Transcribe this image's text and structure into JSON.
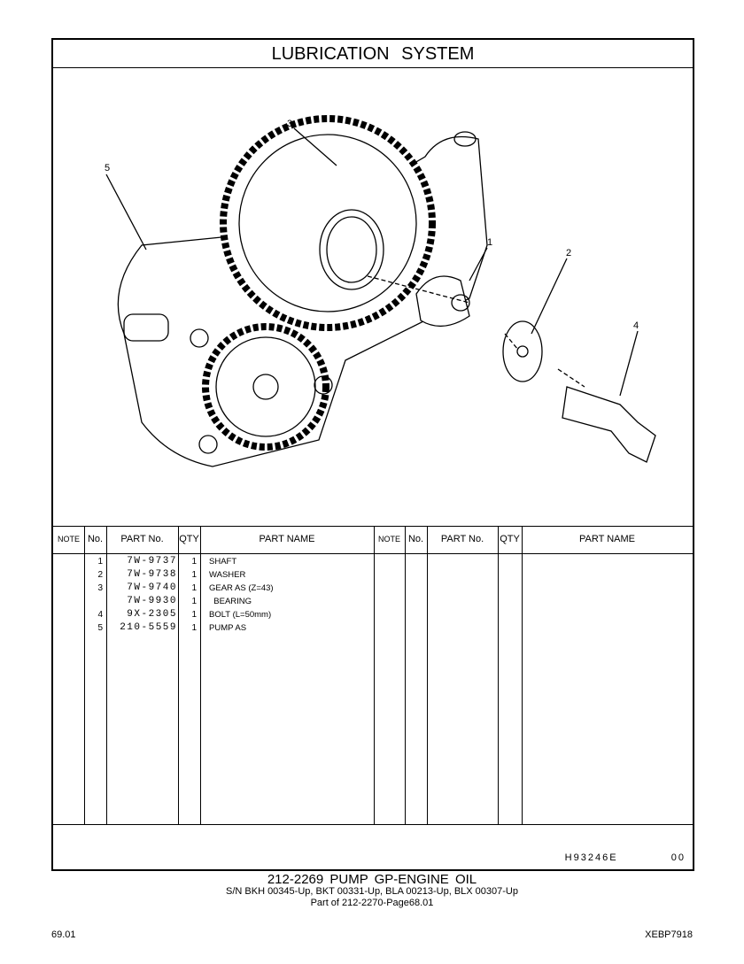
{
  "section_title": "LUBRICATION  SYSTEM",
  "callouts": [
    "1",
    "2",
    "3",
    "4",
    "5"
  ],
  "headers": {
    "note": "NOTE",
    "no": "No.",
    "part_no": "PART No.",
    "qty": "QTY",
    "part_name": "PART NAME"
  },
  "parts": [
    {
      "no": "1",
      "part_no": "7W-9737",
      "qty": "1",
      "name": "SHAFT"
    },
    {
      "no": "2",
      "part_no": "7W-9738",
      "qty": "1",
      "name": "WASHER"
    },
    {
      "no": "3",
      "part_no": "7W-9740",
      "qty": "1",
      "name": "GEAR AS (Z=43)"
    },
    {
      "no": "",
      "part_no": "7W-9930",
      "qty": "1",
      "name": "  BEARING"
    },
    {
      "no": "4",
      "part_no": "9X-2305",
      "qty": "1",
      "name": "BOLT (L=50mm)"
    },
    {
      "no": "5",
      "part_no": "210-5559",
      "qty": "1",
      "name": "PUMP AS"
    }
  ],
  "illustration_ref": "H93246E    00",
  "group_title": "212-2269  PUMP  GP-ENGINE  OIL",
  "serials": "S/N BKH 00345-Up, BKT 00331-Up, BLA 00213-Up, BLX 00307-Up",
  "part_of": "Part of 212-2270-Page68.01",
  "page_number": "69.01",
  "doc_code": "XEBP7918"
}
